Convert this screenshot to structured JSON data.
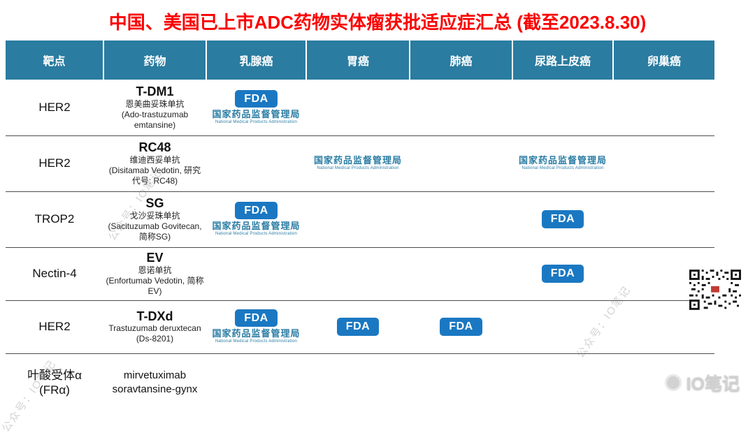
{
  "title": {
    "main": "中国、美国已上市ADC药物实体瘤获批适应症汇总",
    "date_note": " (截至2023.8.30)"
  },
  "colors": {
    "title_red": "#fb0000",
    "header_bg": "#2a7ca0",
    "fda_blue": "#1a78c2",
    "nmpa_blue": "#2b7da4"
  },
  "logos": {
    "fda_label": "FDA",
    "nmpa_cn": "国家药品监督管理局",
    "nmpa_en": "National Medical Products Administration"
  },
  "watermarks": {
    "diagonal_text": "公众号：IO笔记",
    "brand_text": "IO笔记"
  },
  "table": {
    "columns": [
      "靶点",
      "药物",
      "乳腺癌",
      "胃癌",
      "肺癌",
      "尿路上皮癌",
      "卵巢癌"
    ],
    "rows": [
      {
        "target": "HER2",
        "drug": {
          "main": "T-DM1",
          "subs": [
            "恩美曲妥珠单抗",
            "(Ado-trastuzumab emtansine)"
          ]
        },
        "cells": [
          [
            "FDA",
            "NMPA"
          ],
          [],
          [],
          [],
          []
        ]
      },
      {
        "target": "HER2",
        "drug": {
          "main": "RC48",
          "subs": [
            "维迪西妥单抗",
            "(Disitamab Vedotin, 研究代号: RC48)"
          ]
        },
        "cells": [
          [],
          [
            "NMPA"
          ],
          [],
          [
            "NMPA"
          ],
          []
        ]
      },
      {
        "target": "TROP2",
        "drug": {
          "main": "SG",
          "subs": [
            "戈沙妥珠单抗",
            "(Sacituzumab Govitecan, 简称SG)"
          ]
        },
        "cells": [
          [
            "FDA",
            "NMPA"
          ],
          [],
          [],
          [
            "FDA"
          ],
          []
        ]
      },
      {
        "target": "Nectin-4",
        "drug": {
          "main": "EV",
          "subs": [
            "恩诺单抗",
            "(Enfortumab Vedotin, 简称EV)"
          ]
        },
        "cells": [
          [],
          [],
          [],
          [
            "FDA"
          ],
          []
        ]
      },
      {
        "target": "HER2",
        "drug": {
          "main": "T-DXd",
          "subs": [
            "Trastuzumab deruxtecan (Ds-8201)"
          ]
        },
        "cells": [
          [
            "FDA",
            "NMPA"
          ],
          [
            "FDA"
          ],
          [
            "FDA"
          ],
          [],
          []
        ]
      },
      {
        "target": "叶酸受体α\n(FRα)",
        "drug": {
          "main": "",
          "subs": [
            "mirvetuximab soravtansine-gynx"
          ]
        },
        "cells": [
          [],
          [],
          [],
          [],
          []
        ]
      }
    ]
  },
  "chart_data": {
    "type": "table",
    "title": "中国、美国已上市ADC药物实体瘤获批适应症汇总 (截至2023.8.30)",
    "columns": [
      "靶点",
      "药物",
      "乳腺癌",
      "胃癌",
      "肺癌",
      "尿路上皮癌",
      "卵巢癌"
    ],
    "rows": [
      [
        "HER2",
        "T-DM1 恩美曲妥珠单抗 (Ado-trastuzumab emtansine)",
        "FDA+NMPA",
        "",
        "",
        "",
        ""
      ],
      [
        "HER2",
        "RC48 维迪西妥单抗 (Disitamab Vedotin, 研究代号: RC48)",
        "",
        "NMPA",
        "",
        "NMPA",
        ""
      ],
      [
        "TROP2",
        "SG 戈沙妥珠单抗 (Sacituzumab Govitecan, 简称SG)",
        "FDA+NMPA",
        "",
        "",
        "FDA",
        ""
      ],
      [
        "Nectin-4",
        "EV 恩诺单抗 (Enfortumab Vedotin, 简称EV)",
        "",
        "",
        "",
        "FDA",
        ""
      ],
      [
        "HER2",
        "T-DXd Trastuzumab deruxtecan (Ds-8201)",
        "FDA+NMPA",
        "FDA",
        "FDA",
        "",
        ""
      ],
      [
        "叶酸受体α (FRα)",
        "mirvetuximab soravtansine-gynx",
        "",
        "",
        "",
        "",
        ""
      ]
    ]
  }
}
